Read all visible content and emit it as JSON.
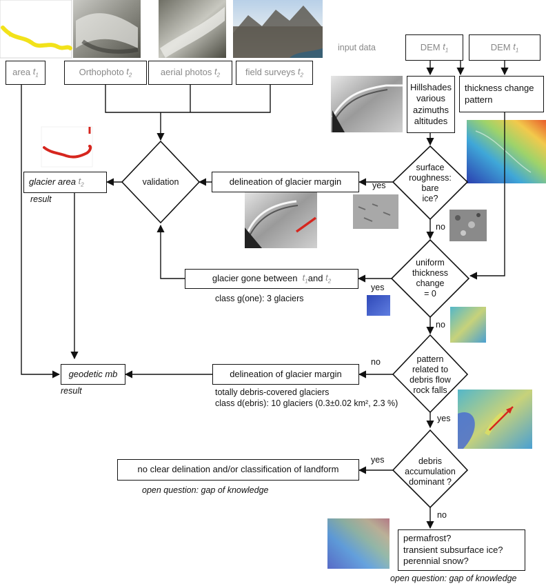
{
  "top_boxes": {
    "area": "area",
    "orthophoto": "Orthophoto",
    "aerial_photos": "aerial photos",
    "field_surveys": "field surveys"
  },
  "input_data_label": "input data",
  "dem_left": "DEM",
  "dem_right": "DEM",
  "time_labels": {
    "t1": "t",
    "t2": "t",
    "sub1": "1",
    "sub2": "2"
  },
  "hillshades_lines": [
    "Hillshades",
    "various",
    "azimuths",
    "altitudes"
  ],
  "thickness_change_lines": [
    "thickness change",
    "pattern"
  ],
  "validation_label": "validation",
  "glacier_area": "glacier area",
  "result_label": "result",
  "geodetic_mb": "geodetic mb",
  "delineation_margin_1": "delineation of glacier margin",
  "delineation_margin_2": "delineation of glacier margin",
  "glacier_gone": "glacier gone between",
  "glacier_gone_and": "and",
  "class_gone": "class g(one): 3 glaciers",
  "debris_covered_lines": [
    "totally debris-covered glaciers",
    "class d(ebris): 10 glaciers (0.3±0.02 km², 2.3 %)"
  ],
  "decision_surface": [
    "surface",
    "roughness:",
    "bare",
    "ice?"
  ],
  "decision_uniform": [
    "uniform",
    "thickness",
    "change",
    "= 0"
  ],
  "decision_pattern": [
    "pattern",
    "related to",
    "debris flow",
    "rock falls"
  ],
  "decision_debris": [
    "debris",
    "accumulation",
    "dominant ?"
  ],
  "yes": "yes",
  "no": "no",
  "no_clear_delination": "no clear delination and/or classification of landform",
  "open_question": "open question: gap of knowledge",
  "permafrost_lines": [
    "permafrost?",
    "transient subsurface ice?",
    "perennial snow?"
  ],
  "colors": {
    "outline_yellow": "#f2e21a",
    "outline_red": "#d6261e",
    "line": "#111111",
    "gray_text": "#888888"
  },
  "icons": [
    "aerial-photo-thumbnail",
    "hillshade-thumbnail",
    "thickness-change-map",
    "debris-flow-map",
    "subsurface-ice-map"
  ]
}
